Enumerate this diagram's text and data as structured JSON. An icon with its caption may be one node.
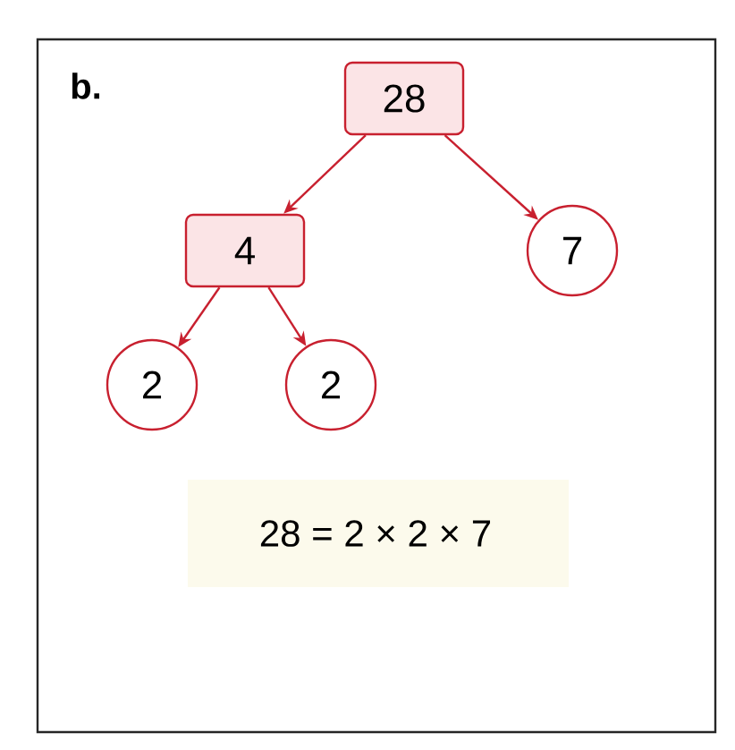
{
  "diagram": {
    "nodes": [
      {
        "text": [
          "28"
        ]
      },
      {
        "text": [
          "4"
        ]
      },
      {
        "text": [
          "7"
        ]
      },
      {
        "text": [
          "2"
        ]
      },
      {
        "text": [
          "2"
        ]
      }
    ],
    "edges": [
      {
        "from": 0,
        "to": 1,
        "arrow": "to"
      },
      {
        "from": 0,
        "to": 2,
        "arrow": "to"
      },
      {
        "from": 1,
        "to": 3,
        "arrow": "to"
      },
      {
        "from": 1,
        "to": 4,
        "arrow": "to"
      }
    ],
    "labels": [
      "b.",
      "28 = 2 × 2 × 7"
    ]
  }
}
